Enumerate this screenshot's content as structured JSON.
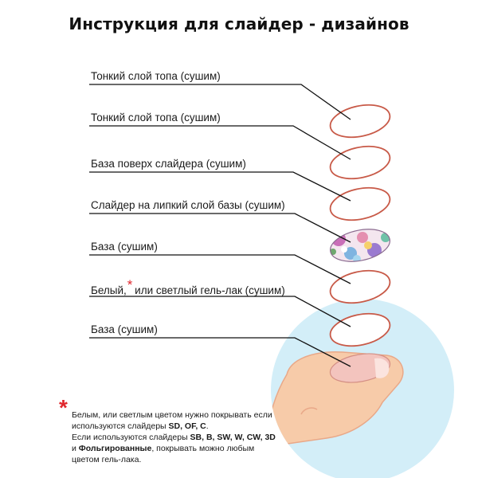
{
  "title": "Инструкция для слайдер - дизайнов",
  "layers": [
    {
      "label": "Тонкий слой топа (сушим)",
      "kind": "clear"
    },
    {
      "label": "Тонкий слой топа (сушим)",
      "kind": "clear"
    },
    {
      "label": "База поверх слайдера (сушим)",
      "kind": "clear"
    },
    {
      "label": "Слайдер на липкий слой базы (сушим)",
      "kind": "clear"
    },
    {
      "label": "",
      "kind": "floral"
    },
    {
      "label": "База (сушим)",
      "kind": "clear"
    },
    {
      "label_before": "Белый,",
      "label_after": " или светлый гель-лак (сушим)",
      "asterisk": "*",
      "kind": "clear"
    },
    {
      "label": "База (сушим)",
      "kind": "clear"
    }
  ],
  "note": {
    "asterisk": "*",
    "line1": "Белым, или светлым цветом нужно покрывать если",
    "line2_prefix": "используются слайдеры  ",
    "line2_bold": "SD, OF, C",
    "line2_suffix": ".",
    "line3_prefix": "Если используются слайдеры ",
    "line3_bold": "SB, B, SW, W, CW, 3D",
    "line4_prefix": "и ",
    "line4_bold": "Фольгированные",
    "line4_suffix": ", покрывать можно любым",
    "line5": "цветом гель-лака."
  },
  "colors": {
    "nail_outline": "#c85a48",
    "nail_fill": "#ffffff",
    "circle": "#d3eef8",
    "skin": "#f7cba9",
    "skin_dark": "#e9a888",
    "nail_pink": "#f3c4be",
    "leader": "#111111",
    "asterisk": "#e0282e"
  }
}
